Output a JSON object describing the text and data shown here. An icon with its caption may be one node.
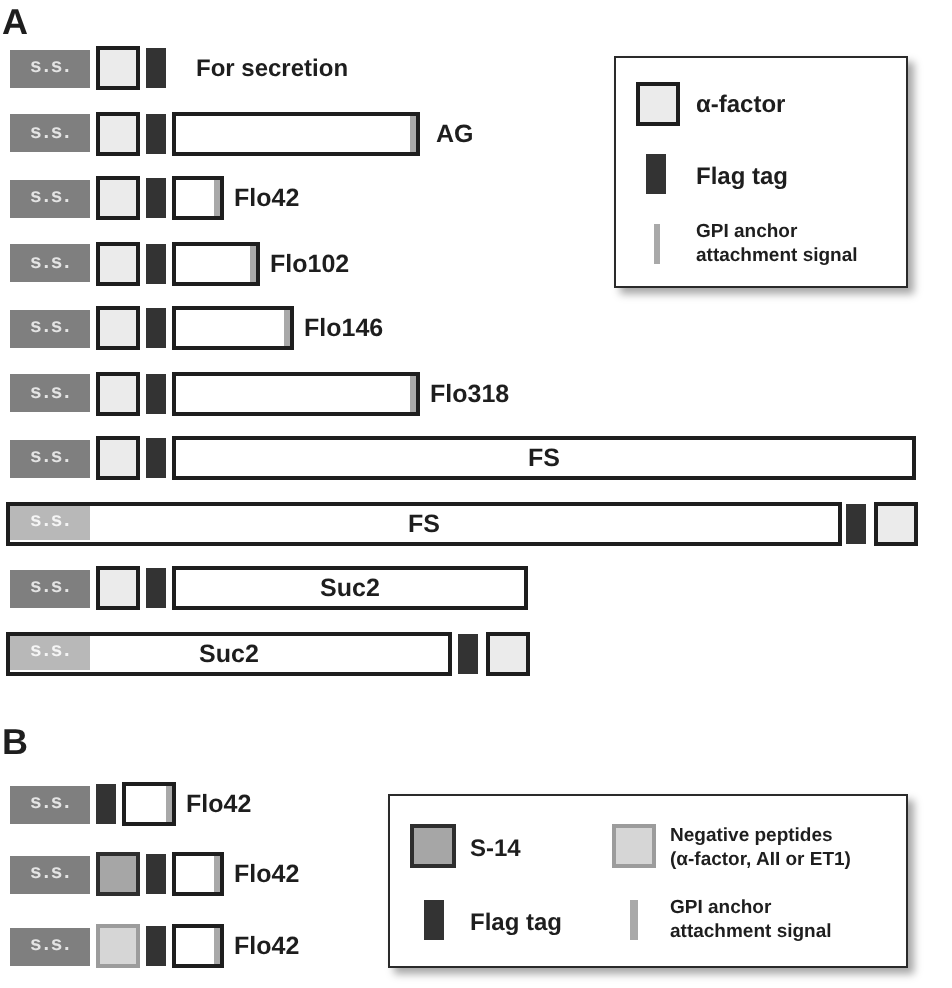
{
  "diagram": {
    "nodes": [
      {
        "text": [
          "s.s."
        ]
      },
      {
        "text": [],
        "shape": "box"
      },
      {
        "text": [],
        "shape": "bar"
      },
      {
        "text": [
          "s.s."
        ]
      },
      {
        "text": [],
        "shape": "box"
      },
      {
        "text": [],
        "shape": "bar"
      },
      {
        "text": [],
        "shape": "box",
        "beside": [
          "AG"
        ]
      },
      {
        "text": [
          "s.s."
        ]
      },
      {
        "text": [],
        "shape": "box"
      },
      {
        "text": [],
        "shape": "bar"
      },
      {
        "text": [],
        "shape": "box",
        "beside": [
          "Flo42"
        ]
      },
      {
        "text": [
          "s.s."
        ]
      },
      {
        "text": [],
        "shape": "box"
      },
      {
        "text": [],
        "shape": "bar"
      },
      {
        "text": [],
        "shape": "box",
        "beside": [
          "Flo102"
        ]
      },
      {
        "text": [
          "s.s."
        ]
      },
      {
        "text": [],
        "shape": "box"
      },
      {
        "text": [],
        "shape": "bar"
      },
      {
        "text": [],
        "shape": "box",
        "beside": [
          "Flo146"
        ]
      },
      {
        "text": [
          "s.s."
        ]
      },
      {
        "text": [],
        "shape": "box"
      },
      {
        "text": [],
        "shape": "bar"
      },
      {
        "text": [],
        "shape": "box",
        "beside": [
          "Flo318"
        ]
      },
      {
        "text": [
          "s.s."
        ]
      },
      {
        "text": [],
        "shape": "box"
      },
      {
        "text": [],
        "shape": "bar"
      },
      {
        "text": [
          "FS"
        ]
      },
      {
        "text": [
          "FS"
        ]
      },
      {
        "text": [
          "s.s."
        ],
        "in": 27
      },
      {
        "text": [],
        "shape": "bar"
      },
      {
        "text": [],
        "shape": "box"
      },
      {
        "text": [
          "s.s."
        ]
      },
      {
        "text": [],
        "shape": "box"
      },
      {
        "text": [],
        "shape": "bar"
      },
      {
        "text": [
          "Suc2"
        ]
      },
      {
        "text": [
          "Suc2"
        ]
      },
      {
        "text": [
          "s.s."
        ],
        "in": 35
      },
      {
        "text": [],
        "shape": "bar"
      },
      {
        "text": [],
        "shape": "box"
      },
      {
        "text": [
          "s.s."
        ]
      },
      {
        "text": [],
        "shape": "bar"
      },
      {
        "text": [],
        "shape": "box",
        "beside": [
          "Flo42"
        ]
      },
      {
        "text": [
          "s.s."
        ]
      },
      {
        "text": [],
        "shape": "box"
      },
      {
        "text": [],
        "shape": "bar"
      },
      {
        "text": [],
        "shape": "box",
        "beside": [
          "Flo42"
        ]
      },
      {
        "text": [
          "s.s."
        ]
      },
      {
        "text": [],
        "shape": "box"
      },
      {
        "text": [],
        "shape": "bar"
      },
      {
        "text": [],
        "shape": "box",
        "beside": [
          "Flo42"
        ]
      }
    ],
    "labels": [
      "A",
      "For secretion",
      "B"
    ],
    "legend": [
      {
        "text": "α-factor"
      },
      {
        "text": "Flag tag",
        "color": "#333333"
      },
      {
        "text": "GPI anchor attachment signal"
      },
      {
        "text": "S-14"
      },
      {
        "text": "Negative peptides (α-factor, AII or ET1)"
      },
      {
        "text": "Flag tag",
        "color": "#333333"
      },
      {
        "text": "GPI anchor attachment signal"
      }
    ]
  }
}
